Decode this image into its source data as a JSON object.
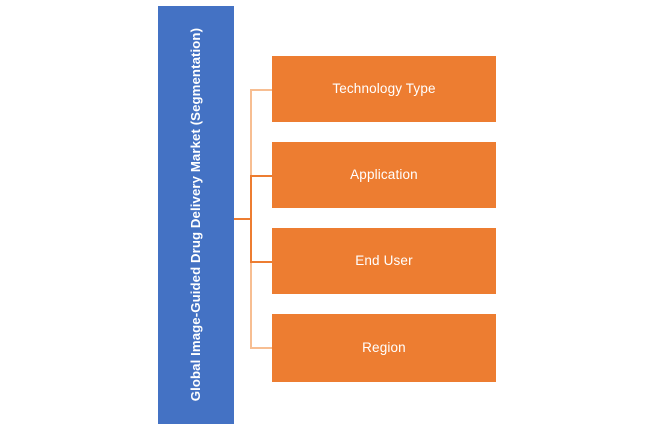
{
  "diagram": {
    "type": "tree",
    "title": "Global Image-Guided Drug Delivery Market (Segmentation)",
    "root": {
      "label": "Global Image-Guided Drug Delivery Market (Segmentation)",
      "color": "#4472C4",
      "text_color": "#FFFFFF",
      "orientation": "vertical"
    },
    "children": [
      {
        "label": "Technology Type",
        "color": "#ED7D31",
        "text_color": "#FFFFFF"
      },
      {
        "label": "Application",
        "color": "#ED7D31",
        "text_color": "#FFFFFF"
      },
      {
        "label": "End User",
        "color": "#ED7D31",
        "text_color": "#FFFFFF"
      },
      {
        "label": "Region",
        "color": "#ED7D31",
        "text_color": "#FFFFFF"
      }
    ],
    "connector_color": "#ED7D31",
    "background": "#FFFFFF"
  }
}
